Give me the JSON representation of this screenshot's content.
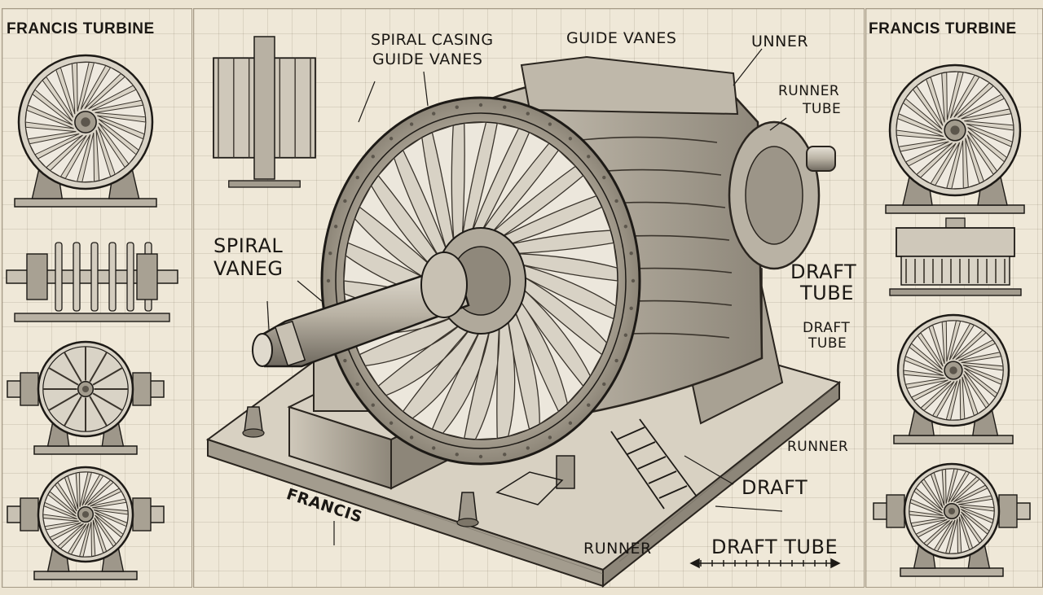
{
  "left_panel": {
    "title": "FRANCIS TURBINE"
  },
  "right_panel": {
    "title": "FRANCIS TURBINE"
  },
  "labels": {
    "spiral_casing": "SPIRAL CASING",
    "guide_vanes_under": "GUIDE VANES",
    "guide_vanes_top": "GUIDE VANES",
    "unner": "UNNER",
    "runner_tube_1": "RUNNER",
    "runner_tube_2": "TUBE",
    "spiral_vaneg_1": "SPIRAL",
    "spiral_vaneg_2": "VANEG",
    "draft_tube_a1": "DRAFT",
    "draft_tube_a2": "TUBE",
    "draft_tube_b1": "DRAFT",
    "draft_tube_b2": "TUBE",
    "runner_right": "RUNNER",
    "draft": "DRAFT",
    "runner_bottom": "RUNNER",
    "draft_tube_bottom": "DRAFT TUBE",
    "base_label": "FRANCIS"
  },
  "colors": {
    "paper": "#efe8d8",
    "ink": "#1d1a16",
    "metal": "#b9b2a4",
    "metal_dark": "#6d675c"
  }
}
